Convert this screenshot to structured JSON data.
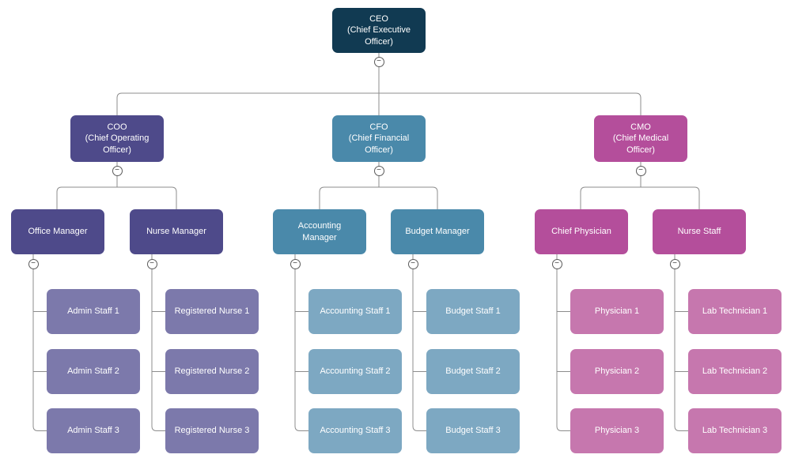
{
  "icons": {
    "collapse": "−"
  },
  "canvas_background": "#FFFFFF",
  "line_color": "#8C8C8C",
  "org": {
    "root": {
      "name": "CEO",
      "title": "(Chief Executive Officer)",
      "color": "#113A52"
    },
    "branches": [
      {
        "head": {
          "name": "COO",
          "title": "(Chief Operating Officer)"
        },
        "color": "#4E4A8A",
        "staff_color": "#7C79AB",
        "teams": [
          {
            "manager": "Office Manager",
            "staff": [
              "Admin Staff 1",
              "Admin Staff 2",
              "Admin Staff 3"
            ]
          },
          {
            "manager": "Nurse Manager",
            "staff": [
              "Registered Nurse 1",
              "Registered Nurse 2",
              "Registered Nurse 3"
            ]
          }
        ]
      },
      {
        "head": {
          "name": "CFO",
          "title": "(Chief Financial Officer)"
        },
        "color": "#4A89AA",
        "staff_color": "#7DA8C2",
        "teams": [
          {
            "manager": "Accounting Manager",
            "staff": [
              "Accounting Staff 1",
              "Accounting Staff 2",
              "Accounting Staff 3"
            ]
          },
          {
            "manager": "Budget Manager",
            "staff": [
              "Budget Staff 1",
              "Budget Staff 2",
              "Budget Staff 3"
            ]
          }
        ]
      },
      {
        "head": {
          "name": "CMO",
          "title": "(Chief Medical Officer)"
        },
        "color": "#B44E9B",
        "staff_color": "#C677AE",
        "teams": [
          {
            "manager": "Chief Physician",
            "staff": [
              "Physician 1",
              "Physician 2",
              "Physician 3"
            ]
          },
          {
            "manager": "Nurse Staff",
            "staff": [
              "Lab Technician 1",
              "Lab Technician 2",
              "Lab Technician 3"
            ]
          }
        ]
      }
    ]
  }
}
